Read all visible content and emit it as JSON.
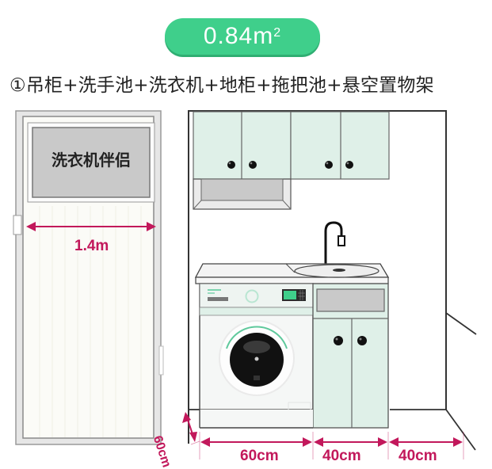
{
  "header": {
    "area_value": "0.84m",
    "area_unit_sup": "2",
    "subtitle": "①吊柜+洗手池+洗衣机+地柜+拖把池+悬空置物架"
  },
  "left_panel": {
    "cabinet_label": "洗衣机伴侣",
    "width_dimension": "1.4m"
  },
  "right_panel": {
    "dimensions": {
      "depth": "60cm",
      "washer_width": "60cm",
      "cabinet_width": "40cm",
      "gap_width": "40cm"
    }
  },
  "colors": {
    "badge_green": "#3fcf8b",
    "cabinet_mint": "#dff0e8",
    "dimension_pink": "#c2185b",
    "knob_black": "#111111",
    "panel_gray": "#c9c9c9"
  }
}
